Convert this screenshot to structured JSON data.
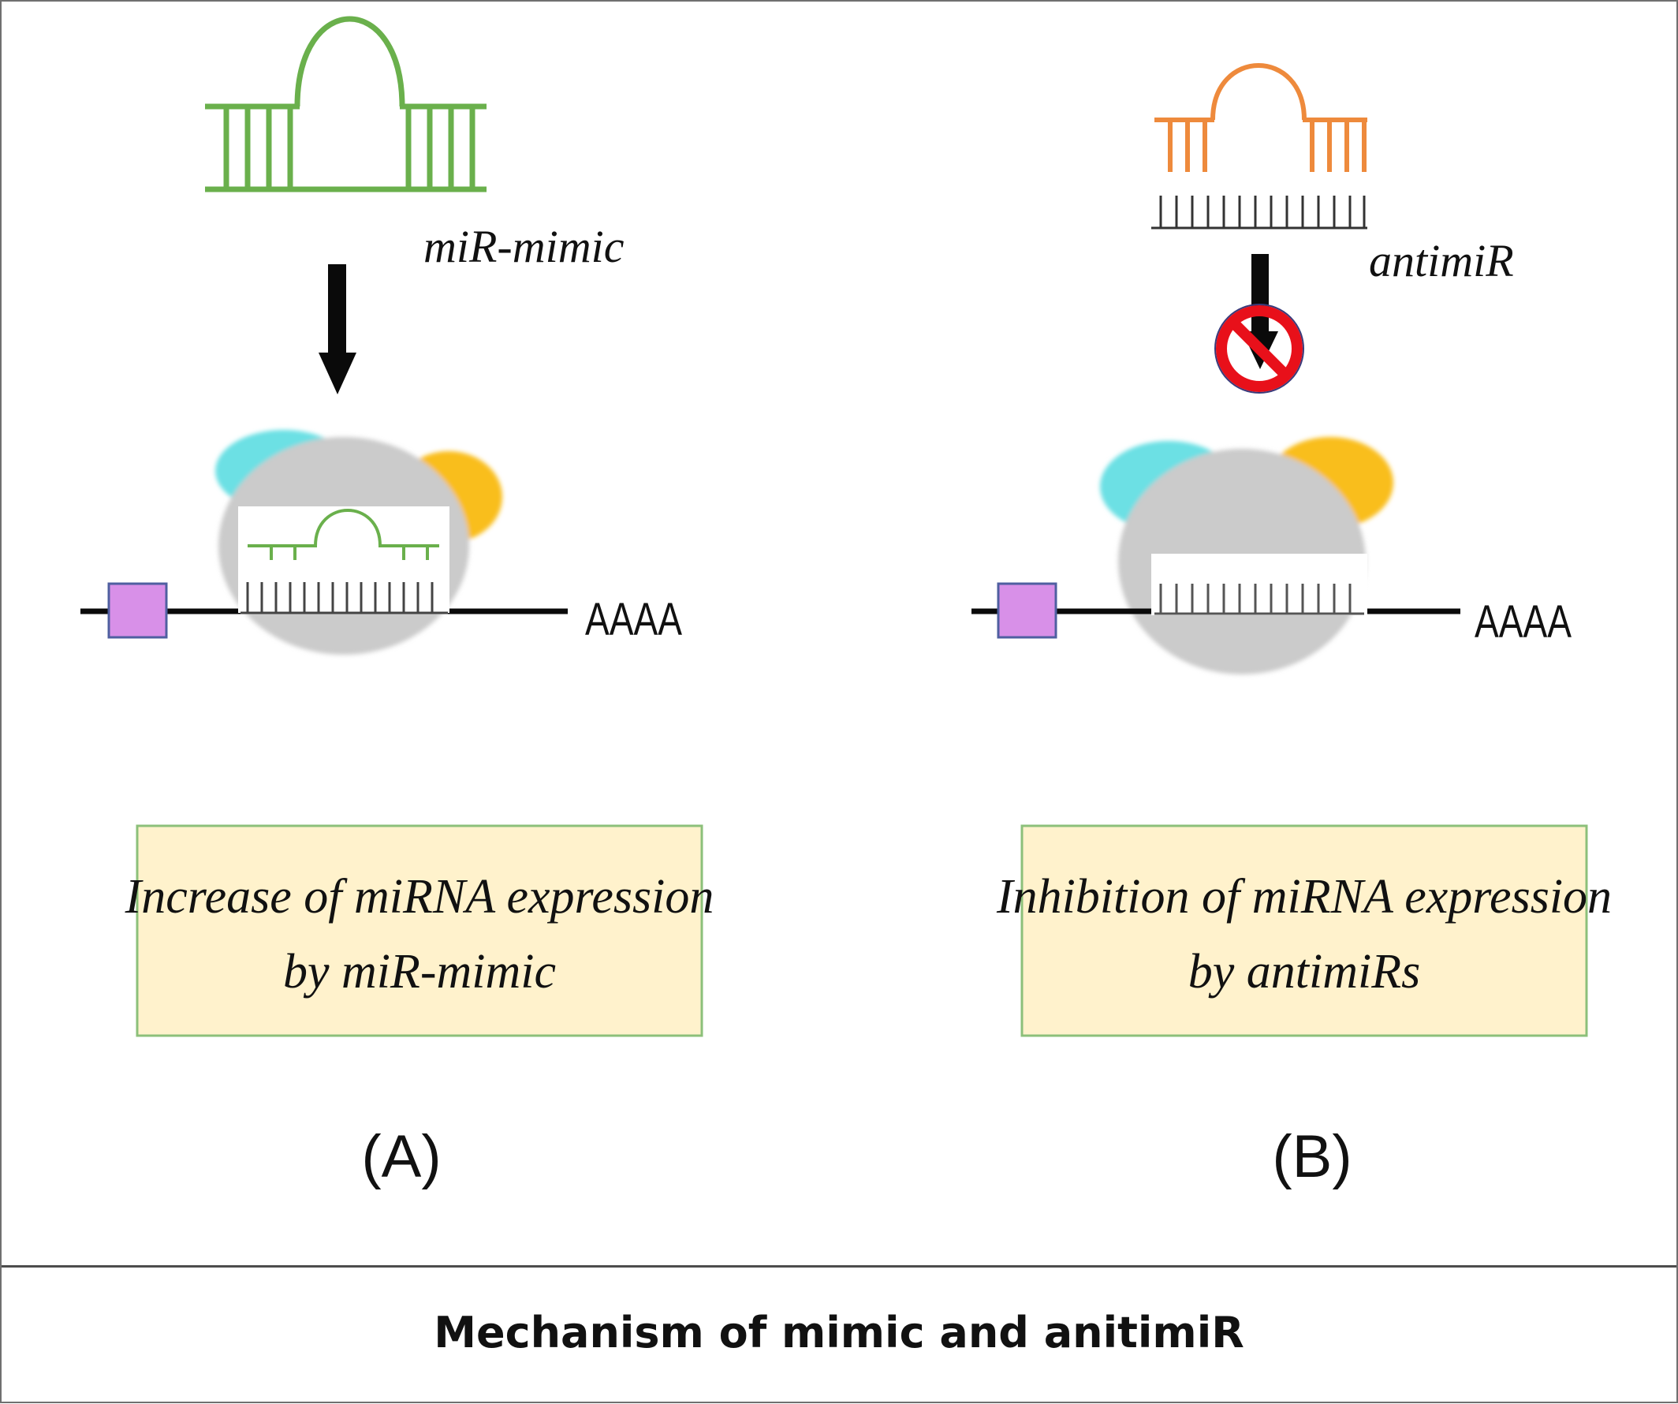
{
  "panel_a": {
    "molecule_label": "miR-mimic",
    "tail_label": "AAAA",
    "box_line1": "Increase of miRNA expression",
    "box_line2": "by miR-mimic",
    "panel_label": "(A)"
  },
  "panel_b": {
    "molecule_label": "antimiR",
    "tail_label": "AAAA",
    "box_line1": "Inhibition of miRNA expression",
    "box_line2": "by antimiRs",
    "panel_label": "(B)"
  },
  "caption": "Mechanism of mimic and anitimiR",
  "colors": {
    "mimic_green": "#6ab04c",
    "antimir_orange": "#ee8a3c",
    "ribosome_gray": "#cbcbcb",
    "cyan_protein": "#6ce0e4",
    "yellow_protein": "#f9be1a",
    "cap_violet": "#d890e8",
    "box_fill": "#fff2cc",
    "box_border": "#8cc07a",
    "prohibit_red": "#e8101a"
  }
}
